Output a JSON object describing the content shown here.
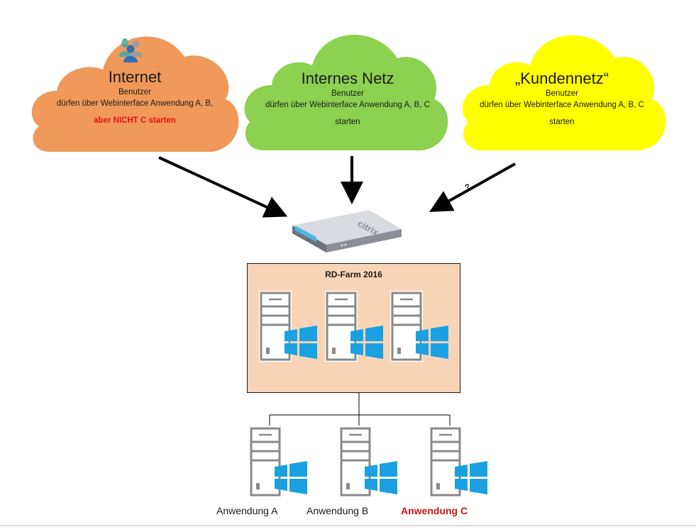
{
  "clouds": [
    {
      "id": "internet",
      "title": "Internet",
      "line1": "Benutzer",
      "line2": "dürfen über Webinterface Anwendung A, B,",
      "note": "aber NICHT C starten",
      "note_style": "red",
      "color": "#f0995a",
      "icon": "users-group-icon"
    },
    {
      "id": "internes-netz",
      "title": "Internes Netz",
      "line1": "Benutzer",
      "line2": "dürfen über Webinterface Anwendung A, B, C",
      "note": "starten",
      "color": "#8cd14f"
    },
    {
      "id": "kundennetz",
      "title": "„Kundennetz“",
      "line1": "Benutzer",
      "line2": "dürfen über Webinterface Anwendung A, B, C",
      "note": "starten",
      "color": "#ffff00"
    }
  ],
  "arrows": {
    "uncertain_label": "?"
  },
  "gateway": {
    "label": "citrix",
    "icon": "citrix-appliance-icon"
  },
  "farm": {
    "title": "RD-Farm 2016",
    "servers": 3,
    "background": "#f9d5b8"
  },
  "applications": [
    {
      "label": "Anwendung A",
      "highlight": false
    },
    {
      "label": "Anwendung B",
      "highlight": false
    },
    {
      "label": "Anwendung C",
      "highlight": true,
      "color": "#cc1417"
    }
  ],
  "colors": {
    "windows_blue": "#1ba1e2",
    "server_gray": "#8a8a8a",
    "arrow": "#000000"
  }
}
